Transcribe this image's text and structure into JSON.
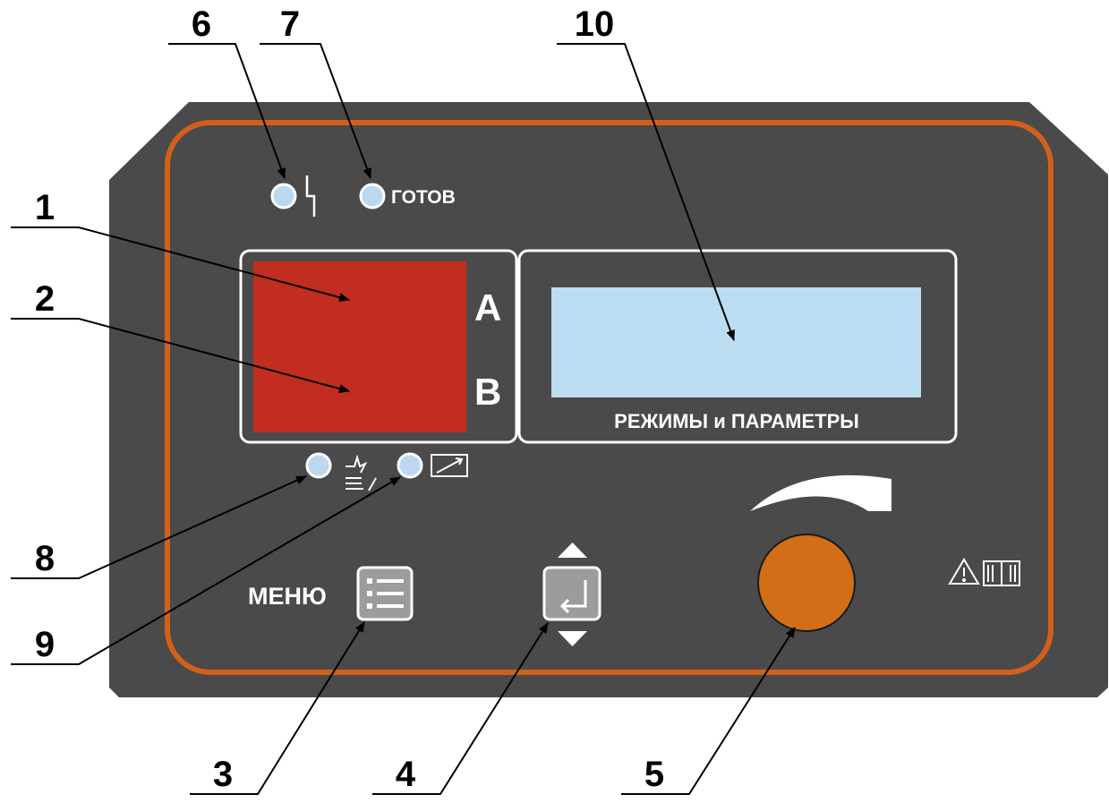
{
  "callouts": {
    "c1": "1",
    "c2": "2",
    "c3": "3",
    "c4": "4",
    "c5": "5",
    "c6": "6",
    "c7": "7",
    "c8": "8",
    "c9": "9",
    "c10": "10"
  },
  "panel": {
    "ready_label": "ГОТОВ",
    "amp_unit": "A",
    "volt_unit": "B",
    "lcd_caption": "РЕЖИМЫ и ПАРАМЕТРЫ",
    "menu_label": "МЕНЮ"
  },
  "icons": {
    "fault_indicator": "lightning-bolt-icon",
    "weld_mode_indicator": "arc-welding-icon",
    "slope_indicator": "rising-slope-icon",
    "menu_button": "list-menu-icon",
    "enter_button": "enter-return-icon",
    "up": "triangle-up-icon",
    "down": "triangle-down-icon",
    "warning": "warning-triangle-icon",
    "manual": "open-book-icon"
  },
  "colors": {
    "panel_body": "#4a4a4a",
    "accent_border": "#d2601a",
    "display_red": "#c12d20",
    "lcd_blue": "#bcdcf2",
    "led_blue": "#bcd8f0",
    "knob_orange": "#d26e17",
    "button_gray": "#9c9c9c"
  }
}
